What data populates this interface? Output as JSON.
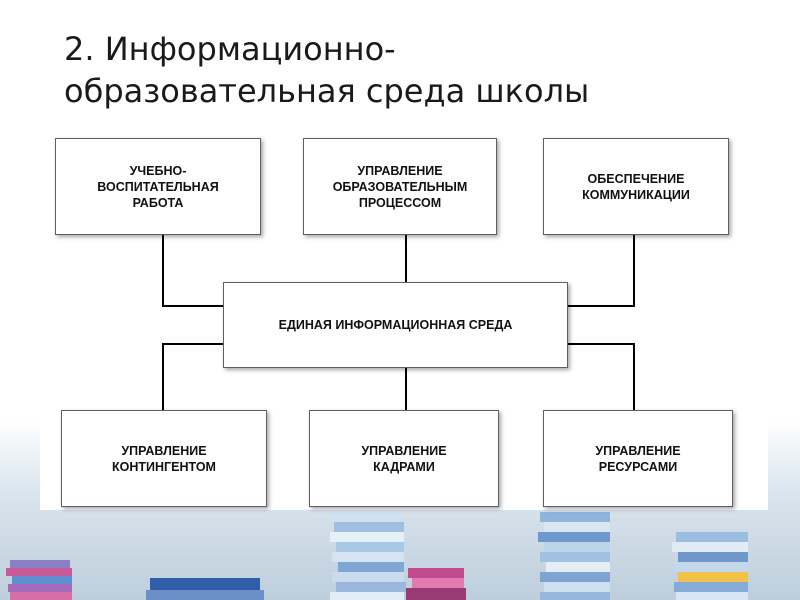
{
  "slide": {
    "title_line1": "2. Информационно-",
    "title_line2": "образовательная среда школы"
  },
  "diagram": {
    "center": "ЕДИНАЯ ИНФОРМАЦИОННАЯ СРЕДА",
    "top_boxes": [
      "УЧЕБНО-\nВОСПИТАТЕЛЬНАЯ\nРАБОТА",
      "УПРАВЛЕНИЕ\nОБРАЗОВАТЕЛЬНЫМ\nПРОЦЕССОМ",
      "ОБЕСПЕЧЕНИЕ\nКОММУНИКАЦИИ"
    ],
    "bottom_boxes": [
      "УПРАВЛЕНИЕ\nКОНТИНГЕНТОМ",
      "УПРАВЛЕНИЕ\nКАДРАМИ",
      "УПРАВЛЕНИЕ\nРЕСУРСАМИ"
    ]
  },
  "colors": {
    "text": "#111111",
    "border": "#5f5f5f",
    "connector": "#000000"
  }
}
